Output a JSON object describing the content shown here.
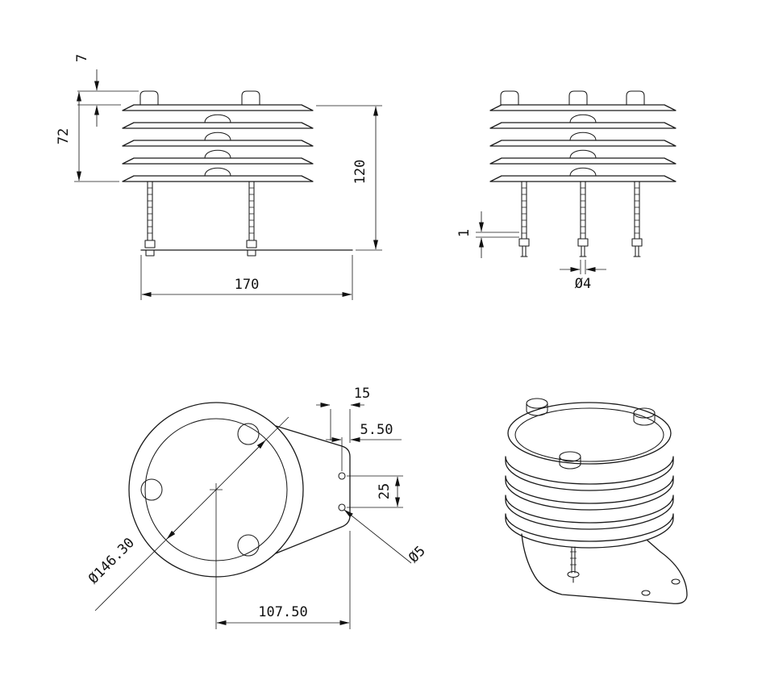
{
  "front_view": {
    "dim_louver_pitch": "7",
    "dim_louver_stack_height": "72",
    "dim_overall_height": "120",
    "dim_base_width": "170"
  },
  "side_view": {
    "dim_plate_thickness": "1",
    "dim_rod_diameter": "Ø4"
  },
  "top_view": {
    "dim_edge_to_hole_group": "15",
    "dim_hole_edge_offset": "5.50",
    "dim_hole_spacing": "25",
    "dim_shield_diameter": "Ø146.30",
    "dim_mount_hole_diameter": "Ø5",
    "dim_center_to_bracket_edge": "107.50"
  }
}
